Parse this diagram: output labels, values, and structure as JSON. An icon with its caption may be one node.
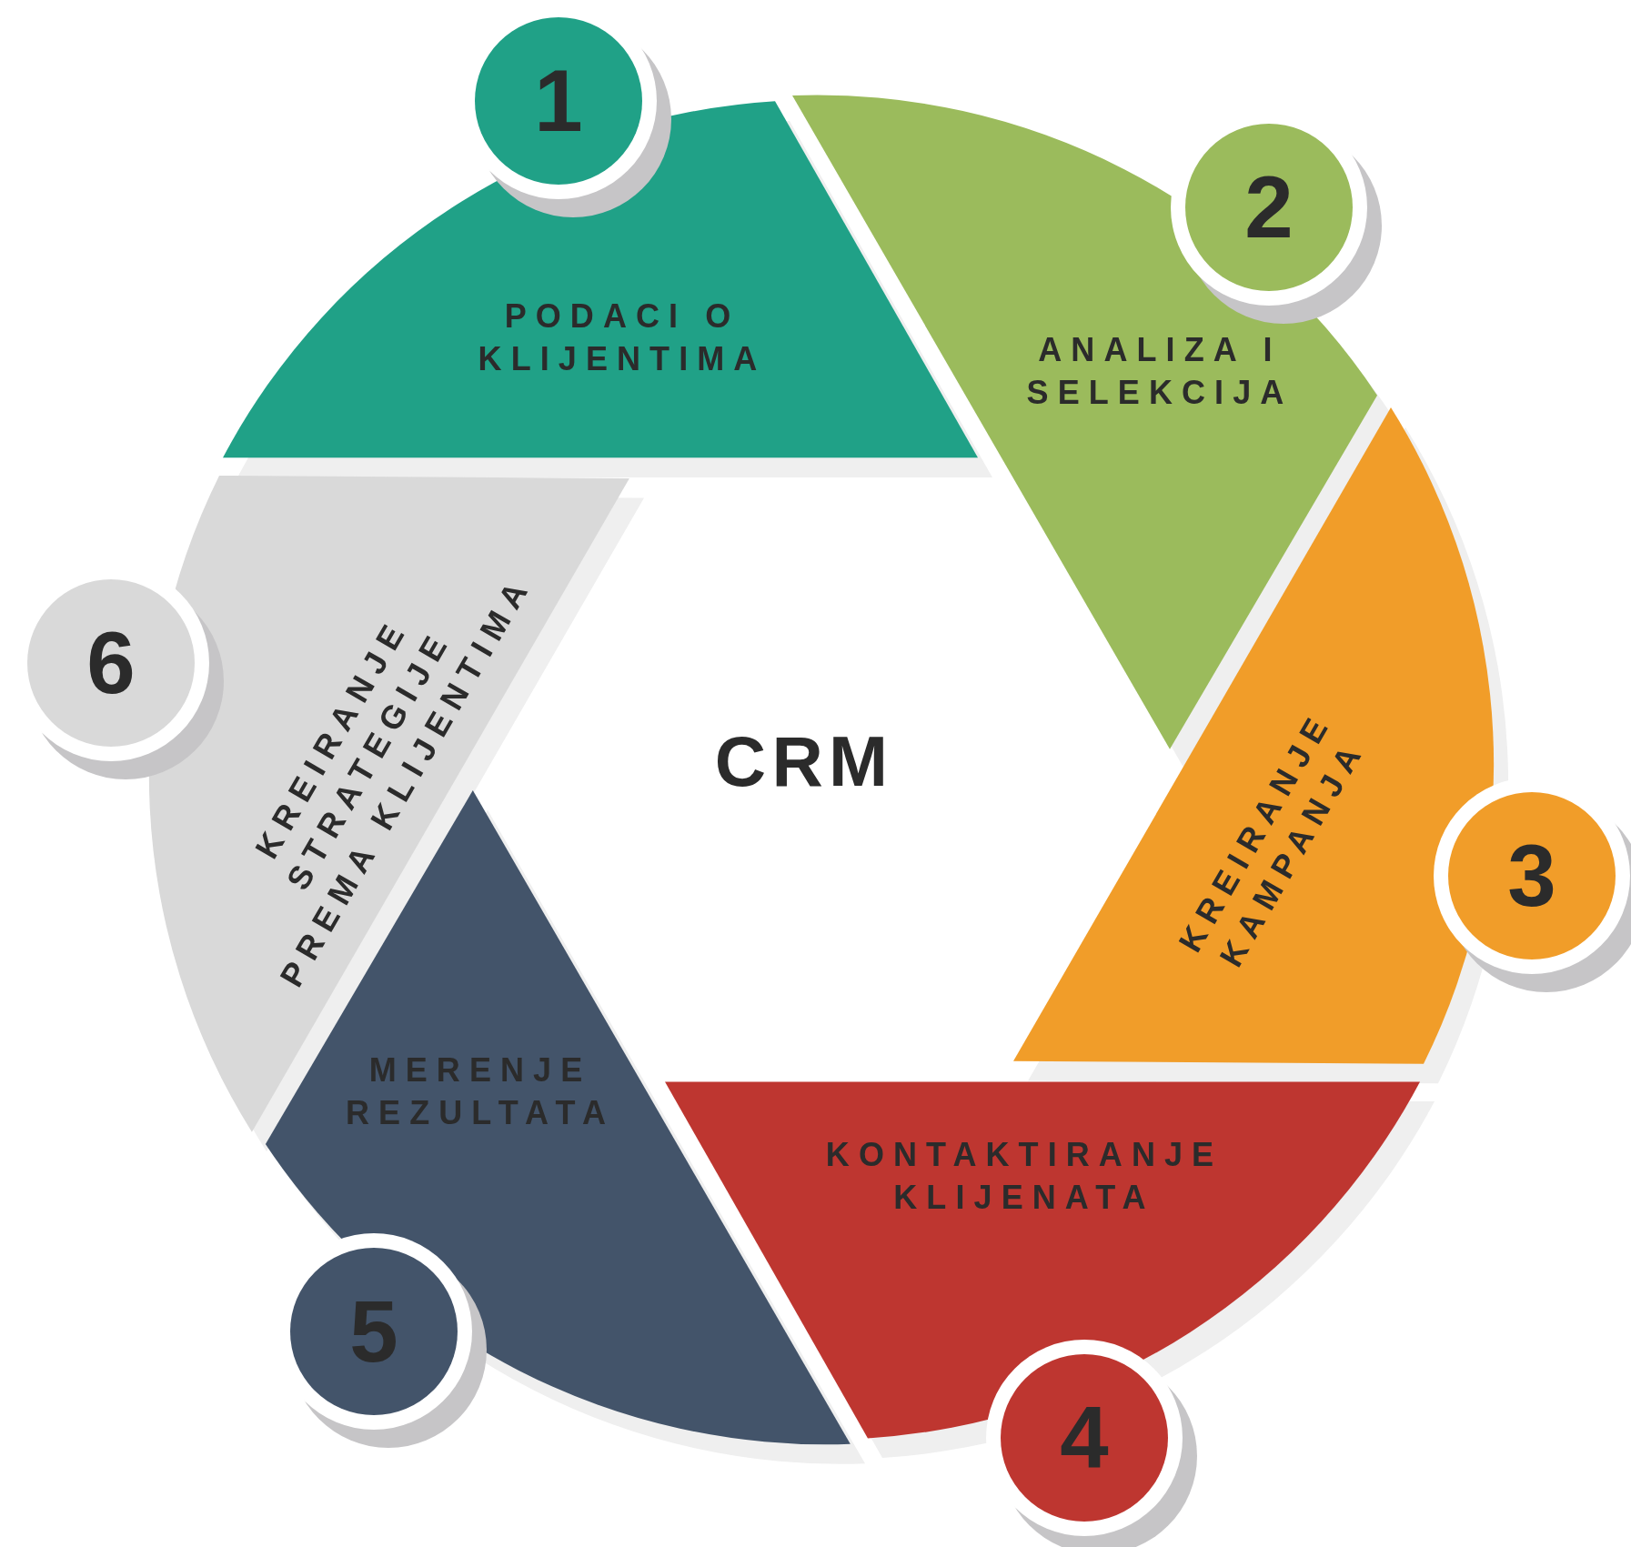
{
  "diagram": {
    "nodes": [
      {
        "text": [
          "1"
        ]
      },
      {
        "text": [
          "PODACI O KLIJENTIMA"
        ]
      },
      {
        "text": [
          "2"
        ]
      },
      {
        "text": [
          "ANALIZA I SELEKCIJA"
        ]
      },
      {
        "text": [
          "3"
        ]
      },
      {
        "text": [
          "KREIRANJE KAMPANJA"
        ]
      },
      {
        "text": [
          "4"
        ]
      },
      {
        "text": [
          "KONTAKTIRANJE KLIJENATA"
        ]
      },
      {
        "text": [
          "5"
        ]
      },
      {
        "text": [
          "MERENJE REZULTATA"
        ]
      },
      {
        "text": [
          "6"
        ]
      },
      {
        "text": [
          "KREIRANJE STRATEGIJE PREMA KLIJENTIMA"
        ]
      }
    ],
    "edges": [],
    "labels": [
      "CRM"
    ]
  }
}
